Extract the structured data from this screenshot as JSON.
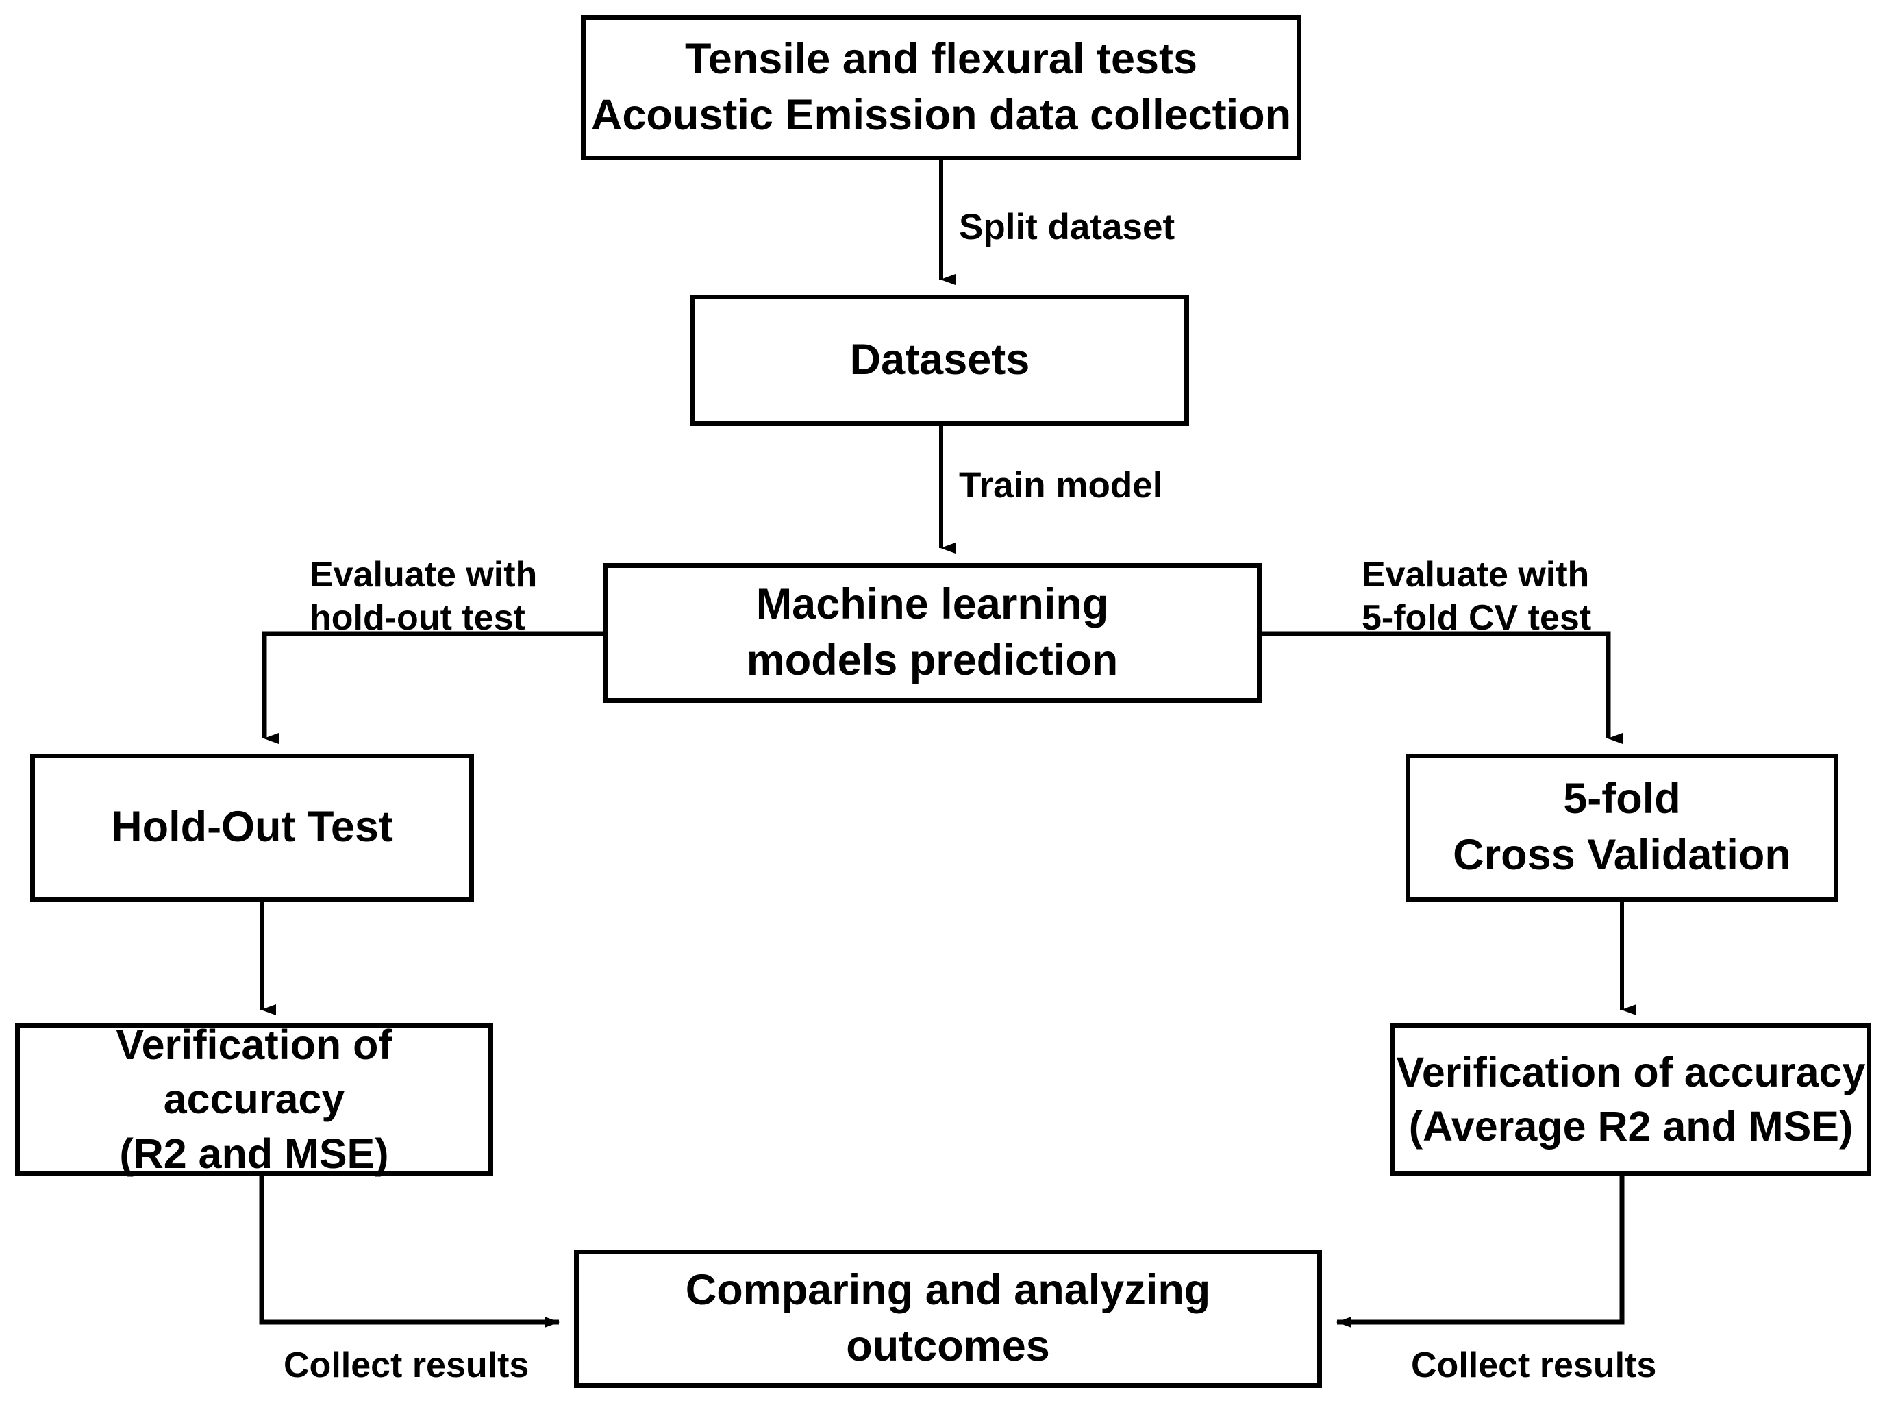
{
  "diagram": {
    "title": "Machine learning evaluation workflow flowchart",
    "background_color": "#ffffff",
    "line_color": "#000000",
    "text_color": "#000000"
  },
  "nodes": {
    "data_collection": "Tensile and flexural tests\nAcoustic Emission data collection",
    "datasets": "Datasets",
    "ml_models": "Machine learning\nmodels prediction",
    "holdout": "Hold-Out Test",
    "cross_validation": "5-fold\nCross Validation",
    "verify_left": "Verification of accuracy\n(R2 and MSE)",
    "verify_right": "Verification of accuracy\n(Average R2 and MSE)",
    "compare": "Comparing and analyzing\noutcomes"
  },
  "edge_labels": {
    "split_dataset": "Split dataset",
    "train_model": "Train model",
    "evaluate_holdout": "Evaluate with\nhold-out test",
    "evaluate_cv": "Evaluate with\n5-fold CV test",
    "collect_results_left": "Collect results",
    "collect_results_right": "Collect results"
  }
}
